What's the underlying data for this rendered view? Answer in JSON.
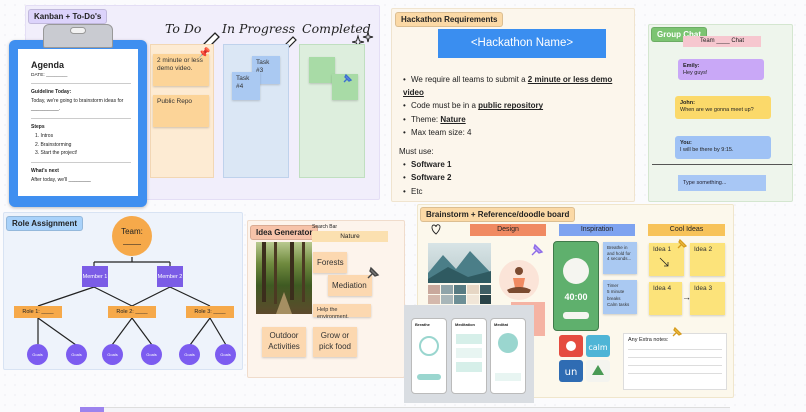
{
  "kanban": {
    "label": "Kanban + To-Do's",
    "col_todo": "To Do",
    "col_progress": "In Progress",
    "col_done": "Completed",
    "todo_notes": [
      "2 minute or less demo video.",
      "Public Repo"
    ],
    "progress_notes": [
      "Task #3",
      "Task #4"
    ]
  },
  "agenda": {
    "title": "Agenda",
    "date": "DATE: ________",
    "guideline_heading": "Guideline Today:",
    "guideline_text": "Today, we're going to brainstorm ideas for __________.",
    "steps_heading": "Steps",
    "steps": [
      "1.  Intros",
      "2.  Brainstorming",
      "3.  Start the project!"
    ],
    "next_heading": "What's next",
    "next_text": "After today, we'll ________"
  },
  "hackathon": {
    "label": "Hackathon Requirements",
    "banner": "<Hackathon Name>",
    "req1_prefix": "We require all teams to submit a ",
    "req1_bold": "2 minute or less demo video",
    "req2_prefix": "Code must be in a ",
    "req2_bold": "public repository",
    "req3_prefix": "Theme: ",
    "req3_bold": "Nature",
    "req4": "Max team size: 4",
    "must_use": "Must use:",
    "tools": [
      "Software 1",
      "Software 2",
      "Etc"
    ]
  },
  "chat": {
    "label": "Group Chat",
    "title": "Team ____ Chat",
    "messages": [
      {
        "name": "Emily:",
        "text": "Hey guys!"
      },
      {
        "name": "John:",
        "text": "When are we gonna meet up?"
      },
      {
        "name": "You:",
        "text": "I will be there by 9:15."
      }
    ],
    "input_placeholder": "Type something..."
  },
  "roles": {
    "label": "Role Assignment",
    "team": "Team: ____",
    "members": [
      "Member 1",
      "Member 2"
    ],
    "roles": [
      "Role 1: ____",
      "Role 2: ____",
      "Role 3: ____"
    ],
    "leaf": "Goals"
  },
  "idea": {
    "label": "Idea Generator",
    "search_label": "Search Bar",
    "search_value": "Nature",
    "stickies": [
      "Forests",
      "Mediation",
      "Help the environment.",
      "Outdoor Activities",
      "Grow or pick food"
    ]
  },
  "brainstorm": {
    "label": "Brainstorm + Reference/doodle board",
    "design": "Design",
    "inspiration": "Inspiration",
    "cool_ideas": "Cool Ideas",
    "ideas": [
      "Idea 1",
      "Idea 2",
      "Idea 4",
      "Idea 3"
    ],
    "extra_notes": "Any Extra notes:",
    "timer": "40:00",
    "breathe_note": "Breathe in and hold for 4 seconds...",
    "timer_note": [
      "Timer",
      "5 minute breaks",
      "Calm tasks"
    ],
    "phone_titles": [
      "Breathe",
      "Meditation",
      "Meditat"
    ]
  },
  "colors": {
    "kanban_bg": "#f1eefb",
    "hackathon_bg": "#fcf6ec",
    "chat_bg": "#eef5ec",
    "brainstorm_bg": "#fcf8ec",
    "idea_bg": "#fdf4ec",
    "todo_col": "#fdebd3",
    "progress_col": "#dbe7f5",
    "done_col": "#ddeedd",
    "orange_sticky": "#fcd498",
    "blue_sticky": "#aac9f2",
    "green_sticky": "#a8dba6",
    "banner_blue": "#3a8ef0",
    "node_orange": "#f6a94a",
    "node_purple": "#7b5ce6",
    "leaf_purple": "#7c5cf0"
  }
}
